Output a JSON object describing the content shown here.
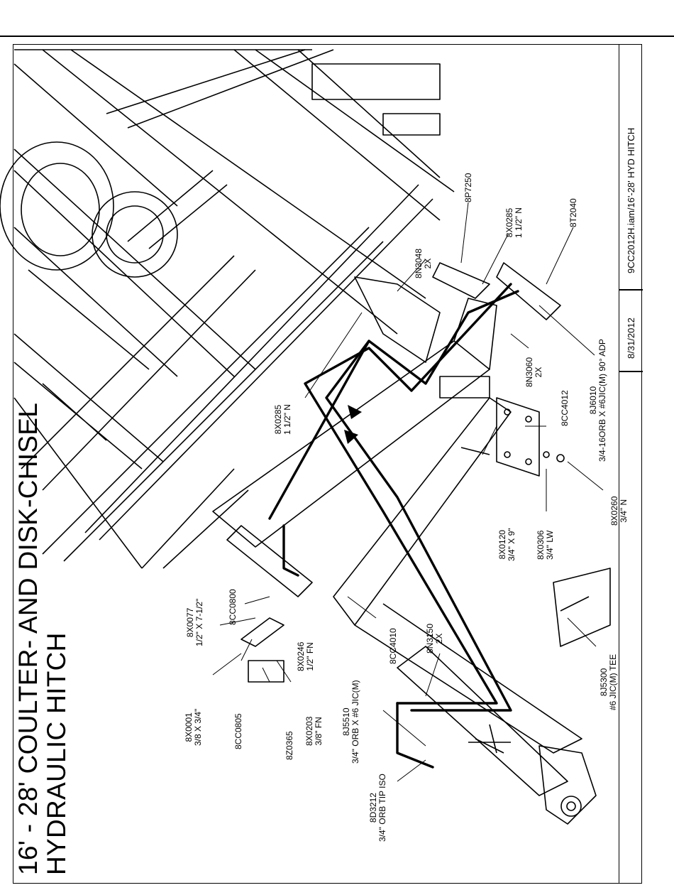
{
  "title": {
    "line1": "16' - 28' COULTER- AND DISK-CHISEL",
    "line2": "HYDRAULIC HITCH"
  },
  "title_block": {
    "filename": "9CC2012H.iam/16'-28' HYD HITCH",
    "date": "8/31/2012"
  },
  "callouts": [
    {
      "id": "8P7250",
      "lines": [
        "8P7250"
      ]
    },
    {
      "id": "8X0285-a",
      "lines": [
        "8X0285",
        "1 1/2\" N"
      ]
    },
    {
      "id": "8T2040",
      "lines": [
        "8T2040"
      ]
    },
    {
      "id": "8N3048",
      "lines": [
        "8N3048",
        "2X"
      ]
    },
    {
      "id": "8X0285-b",
      "lines": [
        "8X0285",
        "1 1/2\" N"
      ]
    },
    {
      "id": "8N3060",
      "lines": [
        "8N3060",
        "2X"
      ]
    },
    {
      "id": "8J6010",
      "lines": [
        "8J6010",
        "3/4-16ORB X #6JIC(M) 90° ADP"
      ]
    },
    {
      "id": "8CC4012",
      "lines": [
        "8CC4012"
      ]
    },
    {
      "id": "8X0120",
      "lines": [
        "8X0120",
        "3/4\" X 9\""
      ]
    },
    {
      "id": "8X0306",
      "lines": [
        "8X0306",
        "3/4\" LW"
      ]
    },
    {
      "id": "8X0260",
      "lines": [
        "8X0260",
        "3/4\" N"
      ]
    },
    {
      "id": "8X0077",
      "lines": [
        "8X0077",
        "1/2\" X 7-1/2\""
      ]
    },
    {
      "id": "8CC0800",
      "lines": [
        "8CC0800"
      ]
    },
    {
      "id": "8X0246",
      "lines": [
        "8X0246",
        "1/2\" FN"
      ]
    },
    {
      "id": "8X0001",
      "lines": [
        "8X0001",
        "3/8 X 3/4\""
      ]
    },
    {
      "id": "8CC0805",
      "lines": [
        "8CC0805"
      ]
    },
    {
      "id": "8Z0365",
      "lines": [
        "8Z0365"
      ]
    },
    {
      "id": "8X0203",
      "lines": [
        "8X0203",
        "3/8\" FN"
      ]
    },
    {
      "id": "8J5510",
      "lines": [
        "8J5510",
        "3/4\" ORB X #6 JIC(M)"
      ]
    },
    {
      "id": "8CC4010",
      "lines": [
        "8CC4010"
      ]
    },
    {
      "id": "8N3150",
      "lines": [
        "8N3150",
        "2X"
      ]
    },
    {
      "id": "8D3212",
      "lines": [
        "8D3212",
        "3/4\" ORB TIP ISO"
      ]
    },
    {
      "id": "8J5300",
      "lines": [
        "8J5300",
        "#6 JIC(M) TEE"
      ]
    }
  ]
}
